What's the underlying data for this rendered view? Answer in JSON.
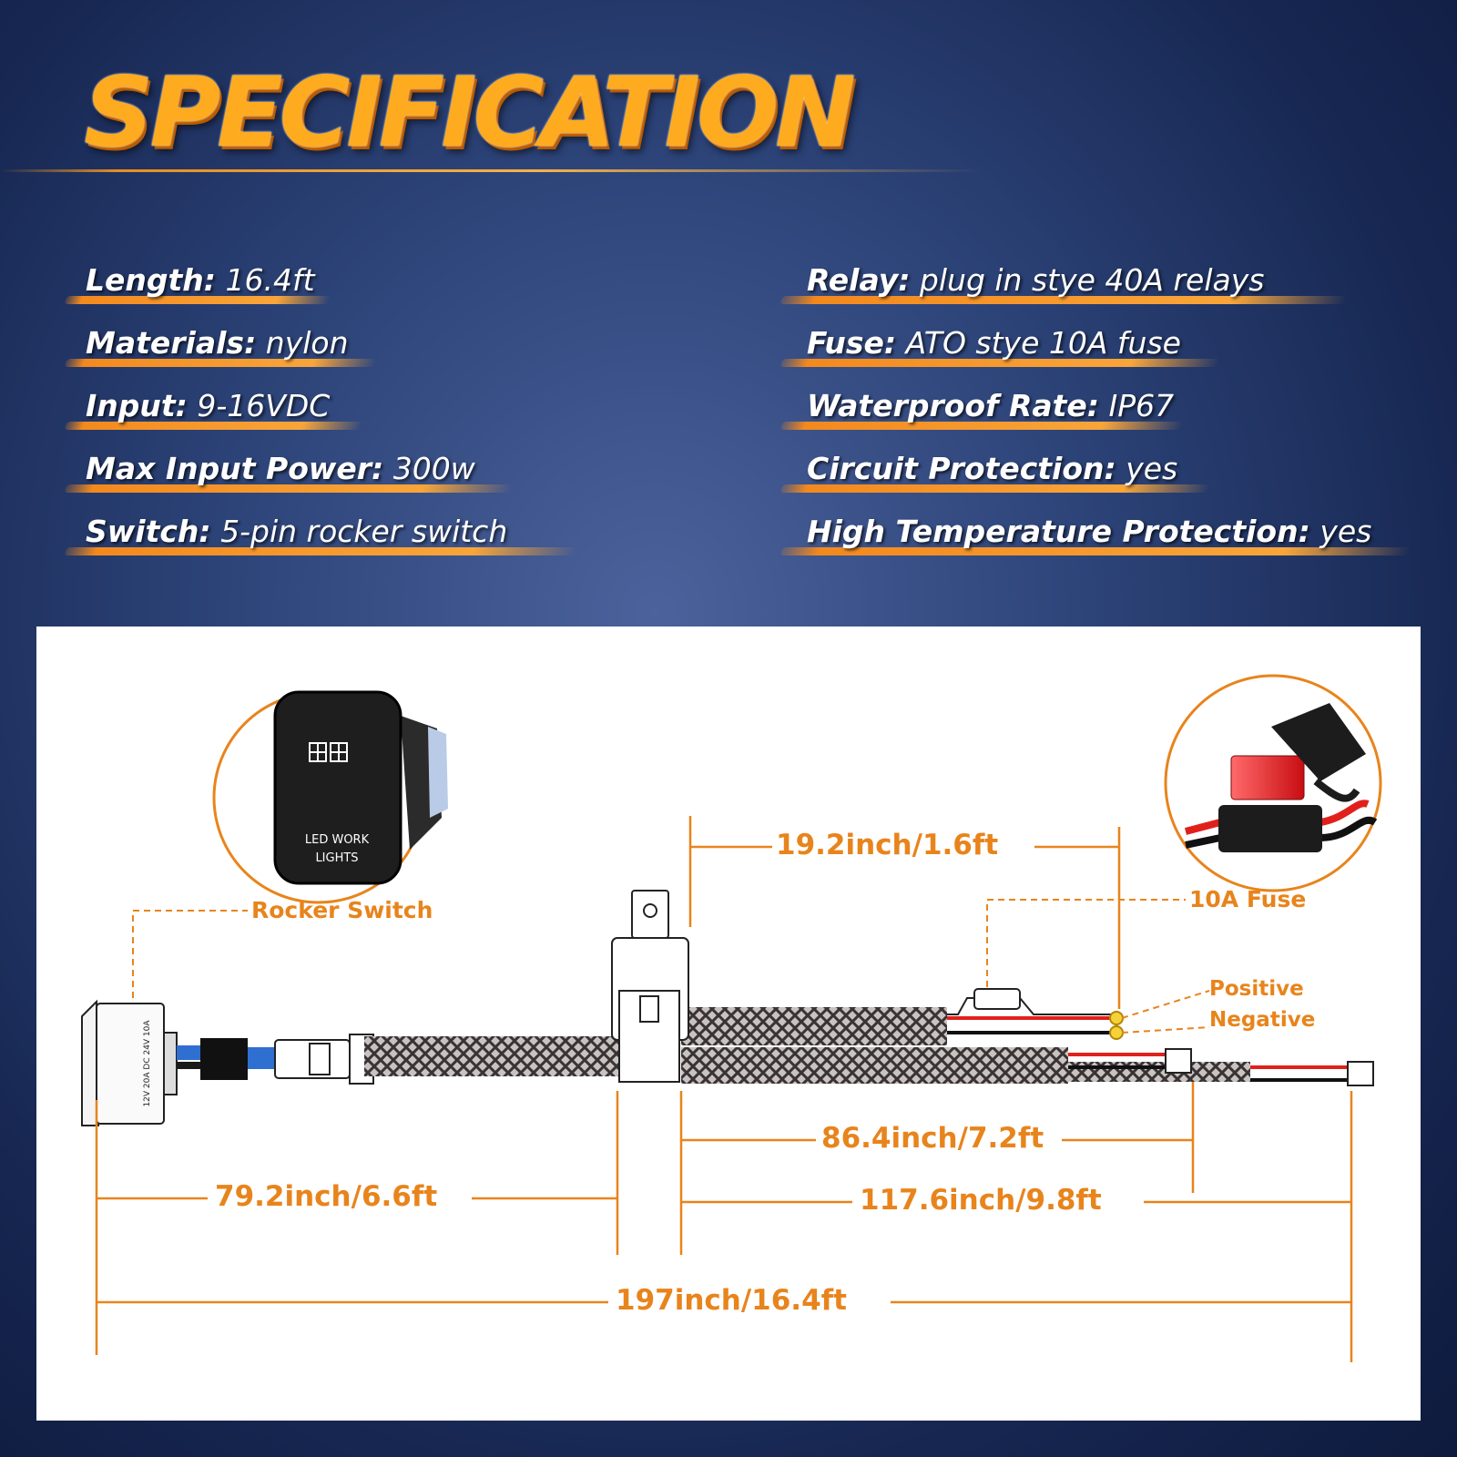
{
  "title": "SPECIFICATION",
  "specs_left": [
    {
      "key": "Length:",
      "value": "16.4ft"
    },
    {
      "key": "Materials:",
      "value": "nylon"
    },
    {
      "key": "Input:",
      "value": "9-16VDC"
    },
    {
      "key": "Max Input Power:",
      "value": "300w"
    },
    {
      "key": "Switch:",
      "value": "5-pin rocker switch"
    }
  ],
  "specs_right": [
    {
      "key": "Relay:",
      "value": "plug in stye 40A relays"
    },
    {
      "key": "Fuse:",
      "value": "ATO stye 10A fuse"
    },
    {
      "key": "Waterproof Rate:",
      "value": "IP67"
    },
    {
      "key": "Circuit Protection:",
      "value": "yes"
    },
    {
      "key": "High Temperature Protection:",
      "value": "yes"
    }
  ],
  "diagram": {
    "switch_face_line1": "LED WORK",
    "switch_face_line2": "LIGHTS",
    "switch_side_text": "12V 20A DC 24V 10A",
    "callouts": {
      "rocker_switch": "Rocker Switch",
      "fuse": "10A Fuse",
      "positive": "Positive",
      "negative": "Negative"
    },
    "dimensions": {
      "relay_to_fuse": "19.2inch/1.6ft",
      "relay_to_short_end": "86.4inch/7.2ft",
      "switch_to_relay": "79.2inch/6.6ft",
      "relay_to_long_end": "117.6inch/9.8ft",
      "total": "197inch/16.4ft"
    }
  },
  "colors": {
    "accent": "#e8841c",
    "title": "#ffab1f",
    "background": "#2d4479",
    "wire_positive": "#e0211b",
    "wire_negative": "#111111",
    "wire_blue": "#2f6fd1"
  }
}
